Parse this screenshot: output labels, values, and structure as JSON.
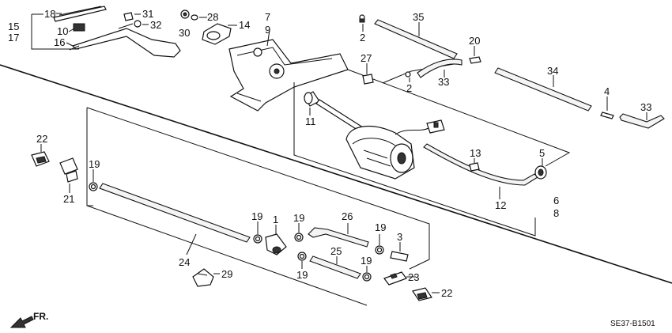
{
  "diagram_code": "SE37-B1501",
  "direction_label": "FR.",
  "callouts": {
    "c18": "18",
    "c15": "15",
    "c17": "17",
    "c10": "10",
    "c16": "16",
    "c31": "31",
    "c32": "32",
    "c30": "30",
    "c28": "28",
    "c14": "14",
    "c7": "7",
    "c9": "9",
    "c2a": "2",
    "c2b": "2",
    "c35": "35",
    "c20": "20",
    "c27": "27",
    "c33a": "33",
    "c33b": "33",
    "c34": "34",
    "c4": "4",
    "c11": "11",
    "c13": "13",
    "c5": "5",
    "c6": "6",
    "c8": "8",
    "c12": "12",
    "c22a": "22",
    "c22b": "22",
    "c19a": "19",
    "c19b": "19",
    "c19c": "19",
    "c19d": "19",
    "c19e": "19",
    "c19f": "19",
    "c21": "21",
    "c1": "1",
    "c26": "26",
    "c3": "3",
    "c25": "25",
    "c24": "24",
    "c29": "29",
    "c23": "23"
  }
}
